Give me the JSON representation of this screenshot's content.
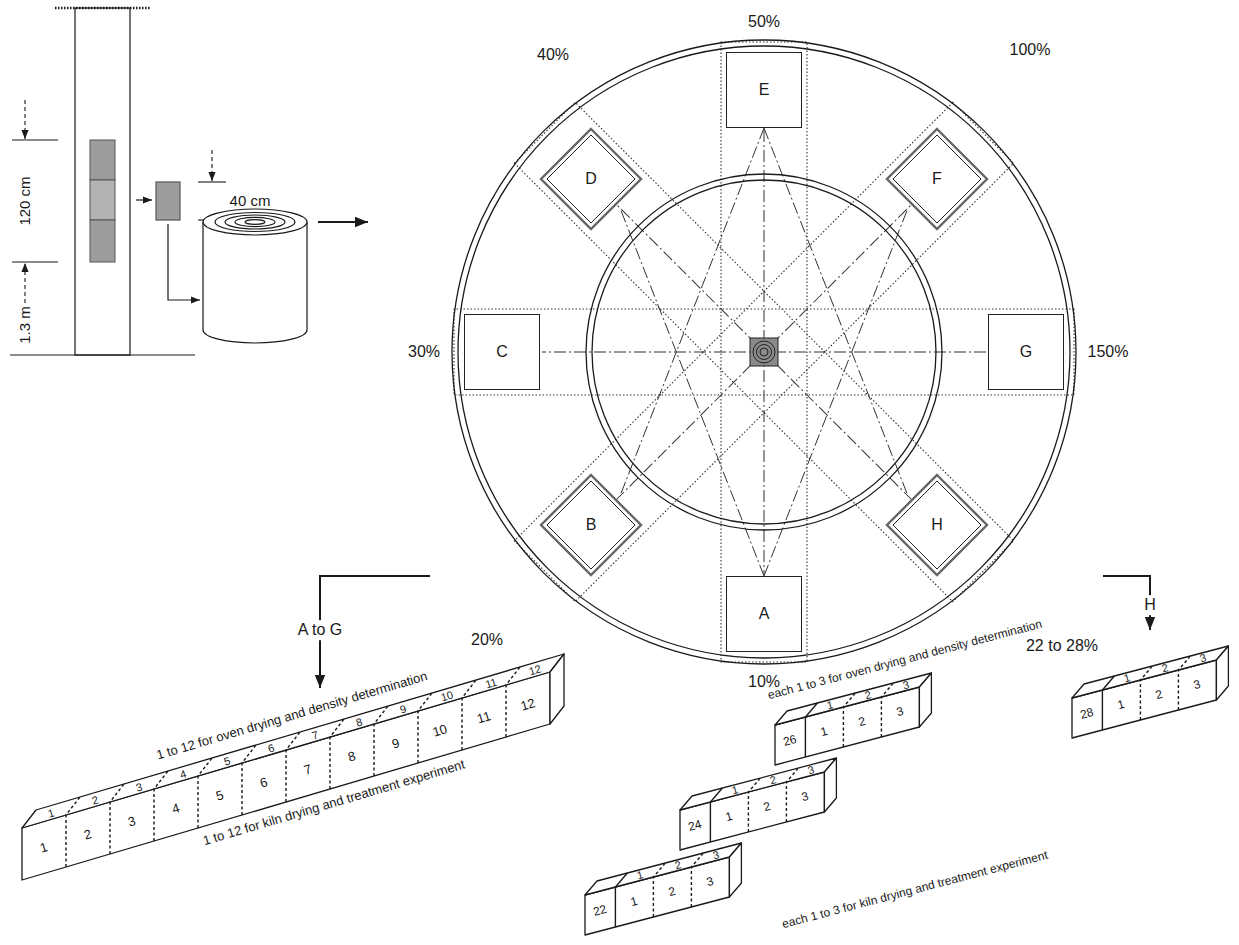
{
  "diagram": {
    "nodes": [
      {
        "text": [
          "E"
        ]
      },
      {
        "text": [
          "D"
        ]
      },
      {
        "text": [
          "F"
        ]
      },
      {
        "text": [
          "C"
        ]
      },
      {
        "text": [
          "G"
        ]
      },
      {
        "text": [
          "B"
        ]
      },
      {
        "text": [
          "H"
        ]
      },
      {
        "text": [
          "A"
        ]
      }
    ],
    "labels": [
      "120 cm",
      "1.3 m",
      "40 cm",
      "50%",
      "40%",
      "100%",
      "30%",
      "150%",
      "20%",
      "22 to 28%",
      "10%",
      "A to G",
      "H",
      "1 to 12 for oven drying and density determination",
      "1",
      "2",
      "3",
      "4",
      "5",
      "6",
      "7",
      "8",
      "9",
      "10",
      "11",
      "12",
      "1",
      "2",
      "3",
      "4",
      "5",
      "6",
      "7",
      "8",
      "9",
      "10",
      "11",
      "12",
      "1 to 12 for kiln drying and treatment experiment",
      "each 1 to 3 for oven drying and density determination",
      "22",
      "1",
      "2",
      "3",
      "1",
      "2",
      "3",
      "24",
      "1",
      "2",
      "3",
      "1",
      "2",
      "3",
      "26",
      "1",
      "2",
      "3",
      "1",
      "2",
      "3",
      "28",
      "1",
      "2",
      "3",
      "1",
      "2",
      "3",
      "each 1 to 3 for kiln drying and treatment experiment"
    ]
  }
}
